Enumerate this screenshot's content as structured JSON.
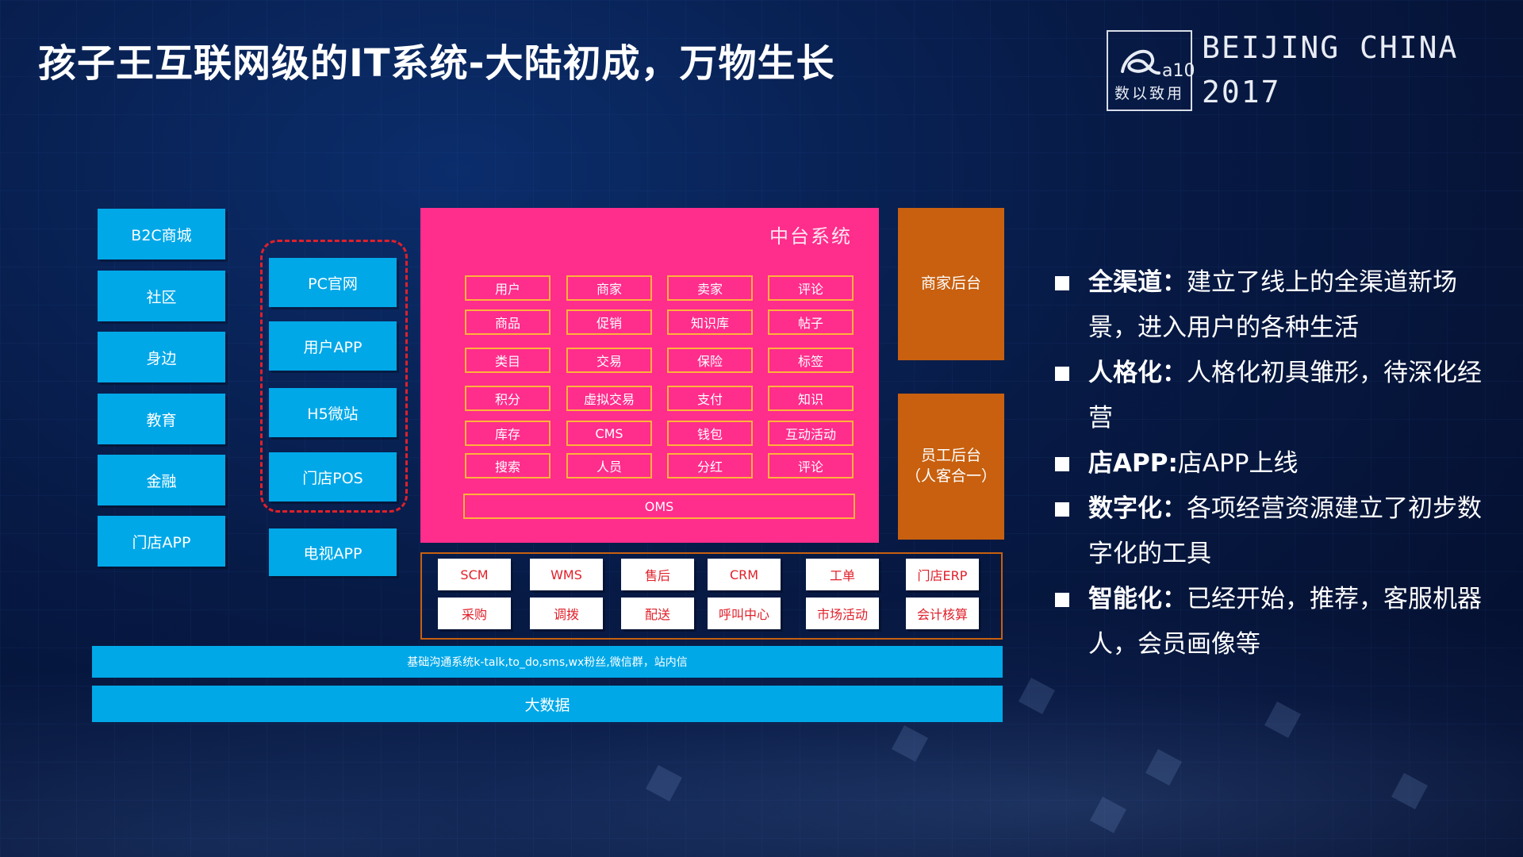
{
  "title": "孩子王互联网级的IT系统-大陆初成，万物生长",
  "logo": {
    "mark": "a10",
    "text": "数以致用",
    "city": "BEIJING CHINA",
    "year": "2017"
  },
  "channels": [
    "B2C商城",
    "社区",
    "身边",
    "教育",
    "金融",
    "门店APP"
  ],
  "frontends": [
    "PC官网",
    "用户APP",
    "H5微站",
    "门店POS"
  ],
  "tv_app": "电视APP",
  "middle_platform": {
    "title": "中台系统",
    "modules": [
      [
        "用户",
        "商家",
        "卖家",
        "评论"
      ],
      [
        "商品",
        "促销",
        "知识库",
        "帖子"
      ],
      [
        "类目",
        "交易",
        "保险",
        "标签"
      ],
      [
        "积分",
        "虚拟交易",
        "支付",
        "知识"
      ],
      [
        "库存",
        "CMS",
        "钱包",
        "互动活动"
      ],
      [
        "搜索",
        "人员",
        "分红",
        "评论"
      ]
    ],
    "oms": "OMS"
  },
  "merchant_backend": "商家后台",
  "staff_backend": {
    "line1": "员工后台",
    "line2": "（人客合一）"
  },
  "operations": [
    [
      "SCM",
      "WMS",
      "售后",
      "CRM",
      "工单",
      "门店ERP"
    ],
    [
      "采购",
      "调拨",
      "配送",
      "呼叫中心",
      "市场活动",
      "会计核算"
    ]
  ],
  "comm_bar": "基础沟通系统k-talk,to_do,sms,wx粉丝,微信群，站内信",
  "bigdata_bar": "大数据",
  "bullets": [
    {
      "head": "全渠道",
      "sep": "：",
      "body": "建立了线上的全渠道新场景，进入用户的各种生活"
    },
    {
      "head": "人格化",
      "sep": "：",
      "body": "人格化初具雏形，待深化经营"
    },
    {
      "head": "店APP",
      "sep": ":",
      "body": "店APP上线"
    },
    {
      "head": "数字化",
      "sep": "：",
      "body": "各项经营资源建立了初步数字化的工具"
    },
    {
      "head": "智能化",
      "sep": "：",
      "body": "已经开始，推荐，客服机器人，会员画像等"
    }
  ],
  "colors": {
    "accent_blue": "#00a8e8",
    "middle_pink": "#ff2d8c",
    "backend_orange": "#c8600f",
    "module_border": "#ffb23a",
    "ops_text_red": "#e0202a"
  }
}
